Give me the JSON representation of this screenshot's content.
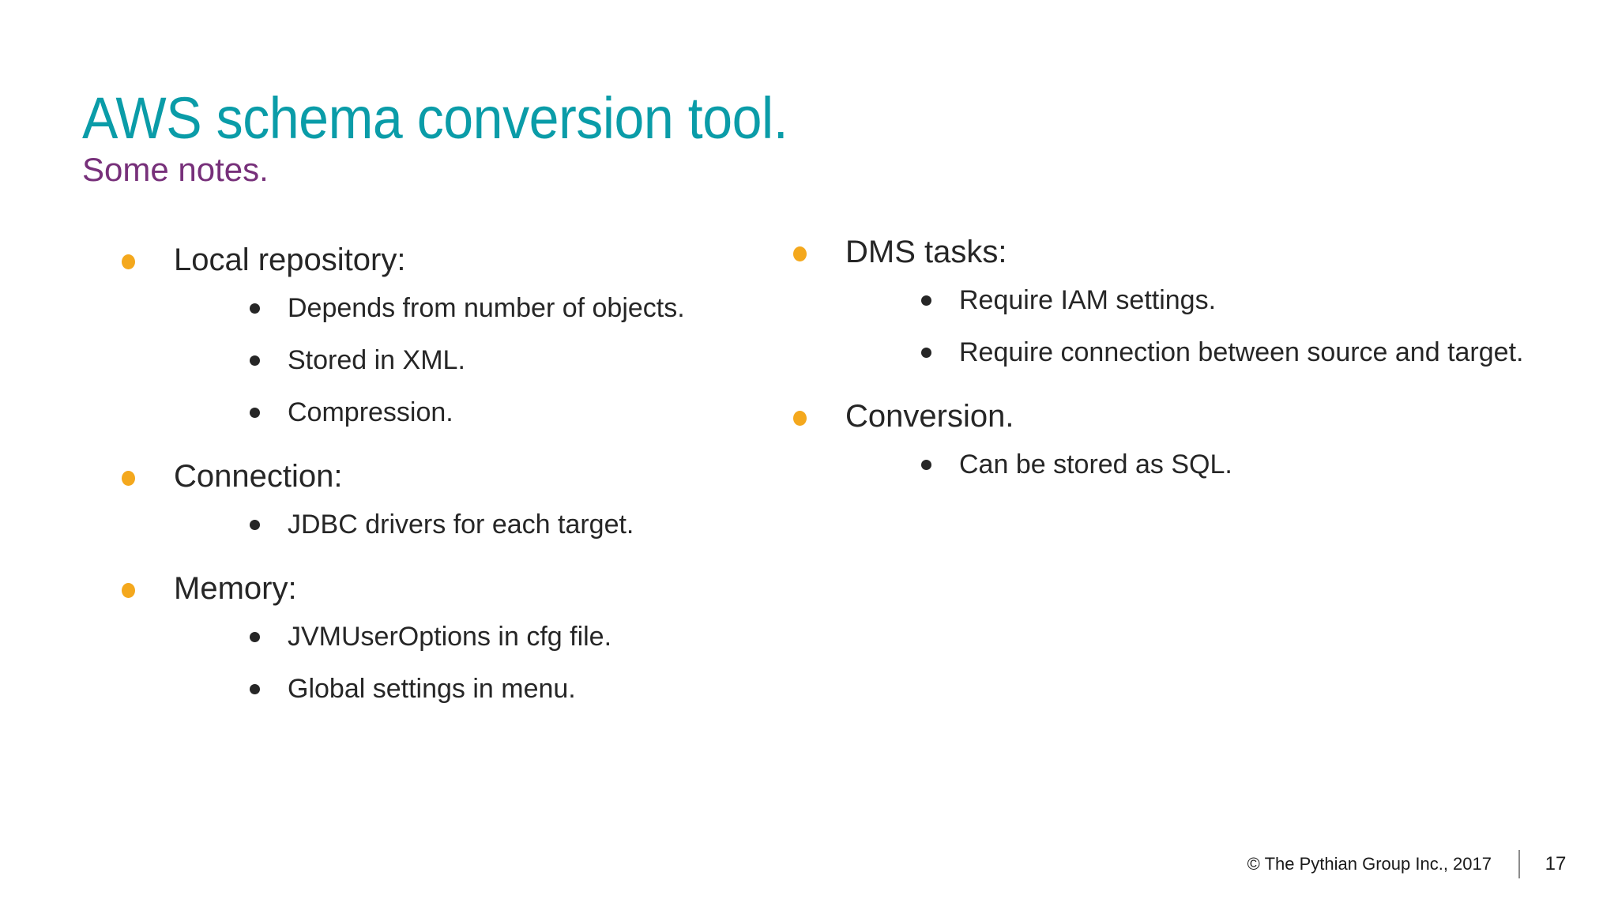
{
  "slide": {
    "title": "AWS schema conversion tool.",
    "subtitle": "Some notes.",
    "title_color": "#0A9CA8",
    "subtitle_color": "#77307A",
    "bullet_level1_color": "#F4A81D",
    "bullet_level2_color": "#262626",
    "background_color": "#FFFFFF"
  },
  "columns": {
    "left": [
      {
        "label": "Local repository:",
        "children": [
          {
            "label": "Depends from number of objects."
          },
          {
            "label": "Stored in XML."
          },
          {
            "label": "Compression."
          }
        ]
      },
      {
        "label": "Connection:",
        "children": [
          {
            "label": "JDBC drivers for each target."
          }
        ]
      },
      {
        "label": "Memory:",
        "children": [
          {
            "label": "JVMUserOptions in cfg file."
          },
          {
            "label": "Global settings in menu."
          }
        ]
      }
    ],
    "right": [
      {
        "label": "DMS tasks:",
        "children": [
          {
            "label": "Require IAM settings."
          },
          {
            "label": "Require connection between source and target."
          }
        ]
      },
      {
        "label": "Conversion.",
        "children": [
          {
            "label": "Can be stored as SQL."
          }
        ]
      }
    ]
  },
  "footer": {
    "copyright": "©  The Pythian Group Inc., 2017",
    "page_number": "17"
  }
}
